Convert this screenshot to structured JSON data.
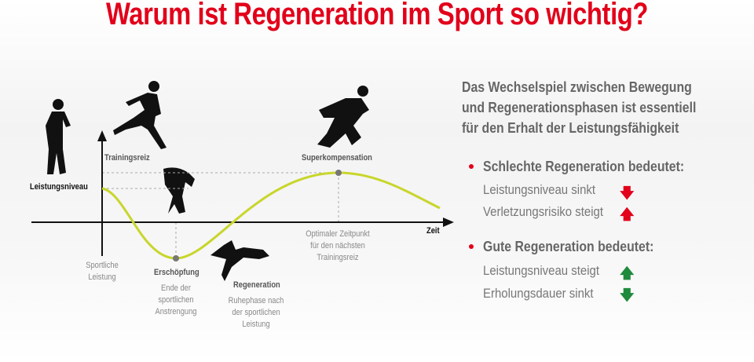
{
  "title": "Warum ist Regeneration im Sport so wichtig?",
  "diagram": {
    "y_axis_label": "Leistungsniveau",
    "x_axis_label": "Zeit",
    "origin_label": "Sportliche Leistung",
    "training_label": "Trainingsreiz",
    "exhaustion": {
      "title": "Erschöpfung",
      "desc": "Ende der sportlichen Anstrengung"
    },
    "regeneration": {
      "title": "Regeneration",
      "desc": "Ruhephase nach der sportlichen Leistung"
    },
    "supercompensation": {
      "title": "Superkompensation",
      "desc": "Optimaler Zeitpunkt für den nächsten Trainingsreiz"
    },
    "curve_color": "#c8d62b"
  },
  "intro": [
    "Das Wechselspiel zwischen Bewegung",
    "und Regenerationsphasen ist essentiell",
    "für den Erhalt der Leistungsfähigkeit"
  ],
  "sections": [
    {
      "heading": "Schlechte Regeneration bedeutet:",
      "items": [
        {
          "text": "Leistungsniveau sinkt",
          "arrow": "down",
          "color": "#e2001a"
        },
        {
          "text": "Verletzungsrisiko steigt",
          "arrow": "up",
          "color": "#e2001a"
        }
      ]
    },
    {
      "heading": "Gute Regeneration bedeutet:",
      "items": [
        {
          "text": "Leistungsniveau steigt",
          "arrow": "up",
          "color": "#1e8a3c"
        },
        {
          "text": "Erholungsdauer sinkt",
          "arrow": "down",
          "color": "#1e8a3c"
        }
      ]
    }
  ]
}
